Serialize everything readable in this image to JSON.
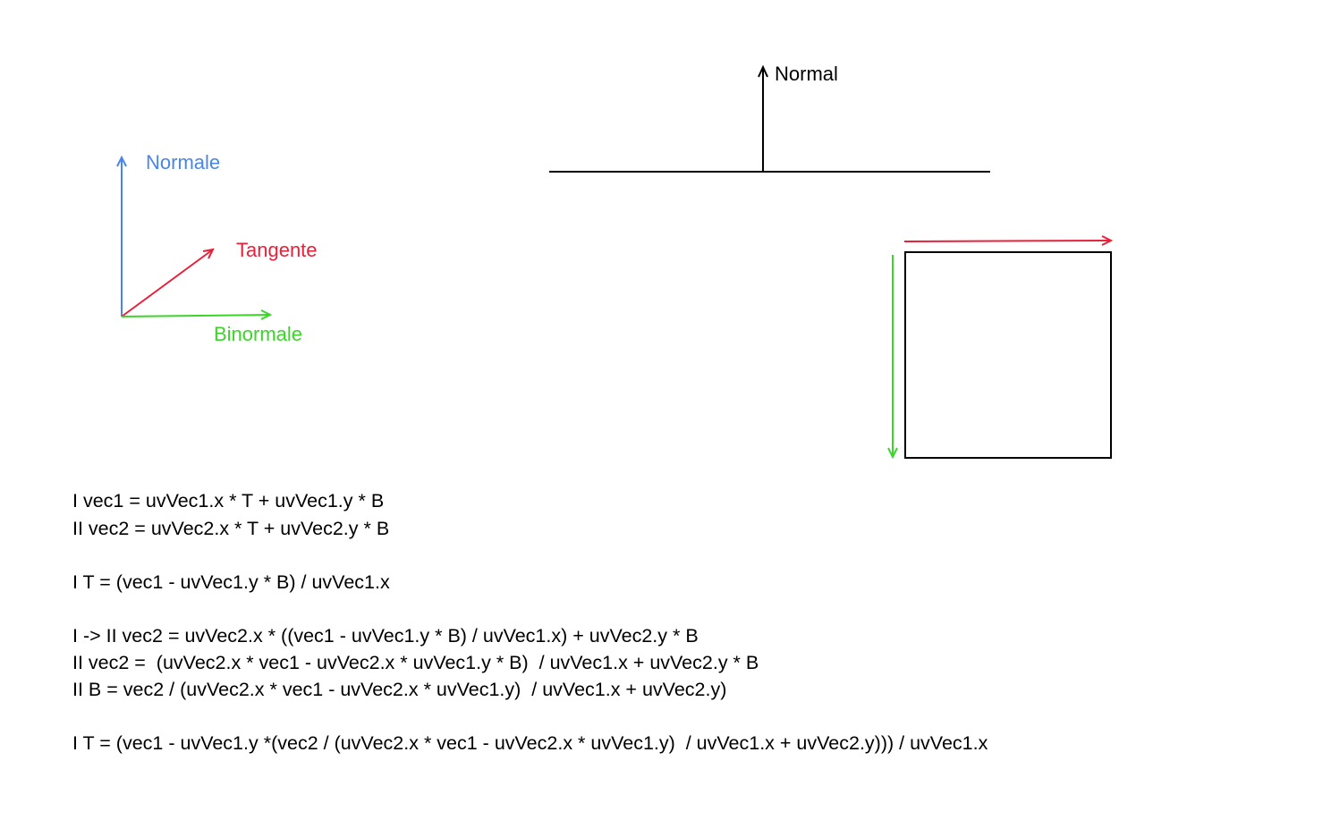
{
  "axes_diagram": {
    "normal_label": "Normale",
    "tangent_label": "Tangente",
    "binormal_label": "Binormale"
  },
  "surface_diagram": {
    "normal_label": "Normal"
  },
  "colors": {
    "normal": "#4a86e8",
    "tangent": "#e8203a",
    "binormal": "#3cd52a",
    "ink": "#000000"
  },
  "formulas": [
    "I vec1 = uvVec1.x * T + uvVec1.y * B",
    "II vec2 = uvVec2.x * T + uvVec2.y * B",
    "I T = (vec1 - uvVec1.y * B) / uvVec1.x",
    "I -> II vec2 = uvVec2.x * ((vec1 - uvVec1.y * B) / uvVec1.x) + uvVec2.y * B",
    "II vec2 =  (uvVec2.x * vec1 - uvVec2.x * uvVec1.y * B)  / uvVec1.x + uvVec2.y * B",
    "II B = vec2 / (uvVec2.x * vec1 - uvVec2.x * uvVec1.y)  / uvVec1.x + uvVec2.y)",
    "I T = (vec1 - uvVec1.y *(vec2 / (uvVec2.x * vec1 - uvVec2.x * uvVec1.y)  / uvVec1.x + uvVec2.y))) / uvVec1.x"
  ]
}
